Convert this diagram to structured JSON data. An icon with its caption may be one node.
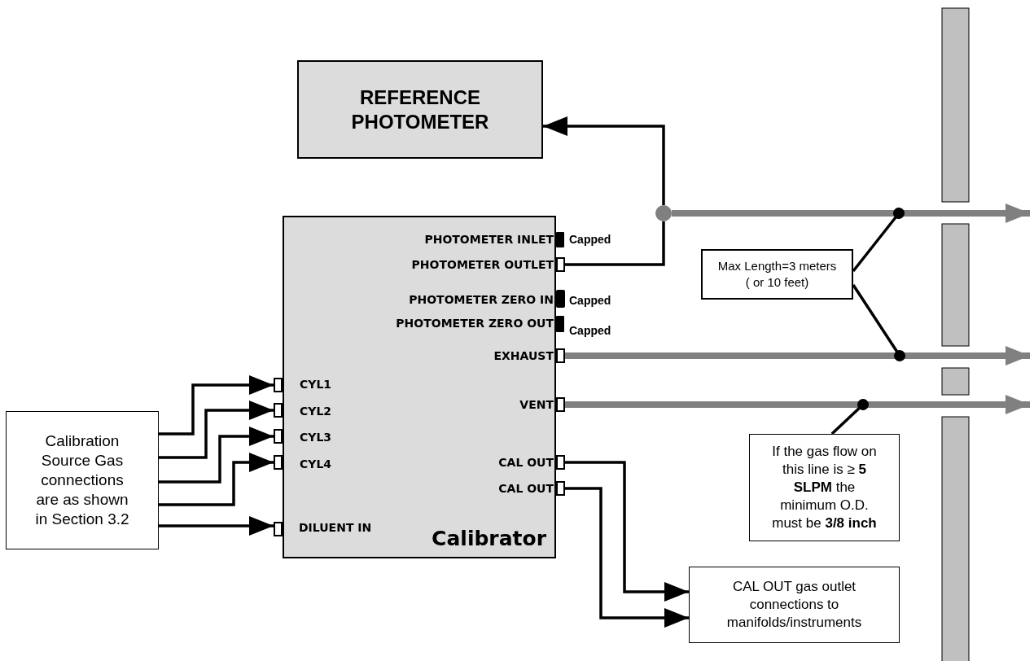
{
  "diagram": {
    "nodes": [
      {
        "text": [
          "REFERENCE PHOTOMETER"
        ]
      },
      {
        "text": [
          "Calibrator"
        ]
      },
      {
        "text": [
          "Calibration Source Gas connections are as shown in Section 3.2"
        ]
      },
      {
        "text": [
          "Max Length=3 meters ( or 10 feet)"
        ]
      },
      {
        "text": [
          "If the gas flow on this line is ≥ **5 SLPM** the minimum O.D. must be **3/8 inch**"
        ]
      },
      {
        "text": [
          "CAL OUT gas outlet connections to manifolds/instruments"
        ]
      },
      {
        "text": [],
        "shape": "box"
      },
      {
        "text": [],
        "shape": "box"
      },
      {
        "text": [],
        "shape": "box"
      },
      {
        "text": [],
        "shape": "box"
      },
      {
        "text": [],
        "shape": "box"
      },
      {
        "text": [],
        "shape": "box"
      },
      {
        "text": [],
        "shape": "box"
      },
      {
        "text": [],
        "shape": "box"
      },
      {
        "text": [],
        "shape": "box"
      },
      {
        "text": [],
        "shape": "box"
      },
      {
        "text": [],
        "shape": "circle"
      }
    ],
    "edges": [
      {
        "from": 6,
        "to": 16,
        "arrow": "none"
      },
      {
        "from": 16,
        "to": 0,
        "arrow": "to"
      },
      {
        "from": 16,
        "to": null,
        "arrow": "to",
        "style": "thick",
        "color": "#808080"
      },
      {
        "from": 7,
        "to": null,
        "arrow": "to",
        "style": "thick",
        "color": "#808080"
      },
      {
        "from": 8,
        "to": null,
        "arrow": "to",
        "style": "thick",
        "color": "#808080"
      },
      {
        "from": 3,
        "to": null,
        "arrow": "other"
      },
      {
        "from": 3,
        "to": null,
        "arrow": "other"
      },
      {
        "from": 4,
        "to": null,
        "arrow": "other"
      },
      {
        "from": 2,
        "to": 9,
        "arrow": "to"
      },
      {
        "from": 2,
        "to": 10,
        "arrow": "to"
      },
      {
        "from": 2,
        "to": 11,
        "arrow": "to"
      },
      {
        "from": 2,
        "to": 12,
        "arrow": "to"
      },
      {
        "from": 2,
        "to": 13,
        "arrow": "to"
      },
      {
        "from": 14,
        "to": 5,
        "arrow": "to"
      },
      {
        "from": 15,
        "to": 5,
        "arrow": "to"
      }
    ],
    "labels": [
      "PHOTOMETER INLET",
      "Capped",
      "PHOTOMETER OUTLET",
      "PHOTOMETER ZERO IN",
      "Capped",
      "PHOTOMETER ZERO OUT",
      "Capped",
      "EXHAUST",
      "CYL1",
      "VENT",
      "CYL2",
      "CYL3",
      "CYL4",
      "CAL OUT",
      "CAL OUT",
      "DILUENT IN"
    ]
  }
}
